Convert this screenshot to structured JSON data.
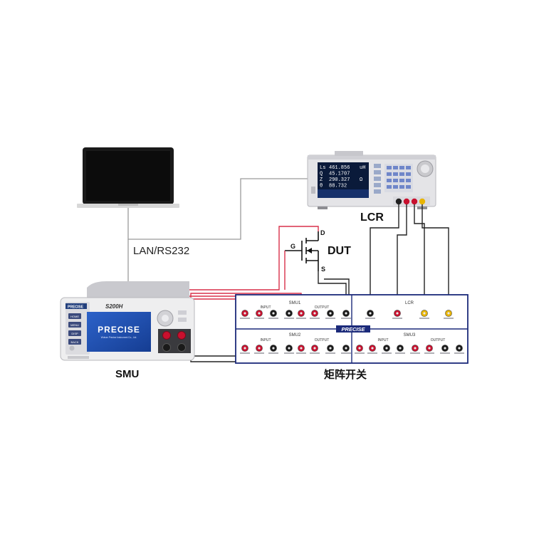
{
  "labels": {
    "link": "LAN/RS232",
    "lcr": "LCR",
    "dut": "DUT",
    "smu": "SMU",
    "matrix": "矩阵开关",
    "gate": "G",
    "drain": "D",
    "source": "S"
  },
  "lcr_screen": {
    "rows": [
      {
        "param": "Ls",
        "value": "461.856",
        "unit": "uH"
      },
      {
        "param": "Q",
        "value": "45.1707",
        "unit": ""
      },
      {
        "param": "Z",
        "value": "290.327",
        "unit": "Ω"
      },
      {
        "param": "θ",
        "value": "88.732",
        "unit": ""
      }
    ]
  },
  "smu_device": {
    "brand": "PRECISE",
    "model": "S200H",
    "screen_brand": "PRECISE",
    "screen_subtitle": "Wuhan Precise Instrument Co., Ltd.",
    "side_buttons": [
      "HOME",
      "MENU",
      "DISP",
      "BACK"
    ]
  },
  "matrix": {
    "brand": "PRECISE",
    "panels": {
      "smu1": {
        "name": "SMU1",
        "input": "INPUT",
        "output": "OUTPUT"
      },
      "smu2": {
        "name": "SMU2",
        "input": "INPUT",
        "output": "OUTPUT"
      },
      "smu3": {
        "name": "SMU3",
        "input": "INPUT",
        "output": "OUTPUT"
      },
      "lcr": {
        "name": "LCR"
      }
    }
  },
  "colors": {
    "frame_blue": "#1b2a7a",
    "signal_red": "#d9314a",
    "wire_black": "#222222",
    "wire_gray": "#9a9a9a",
    "terminal_red": "#c8102e",
    "terminal_yellow": "#e8b400",
    "screen_blue": "#1f4fb5"
  }
}
